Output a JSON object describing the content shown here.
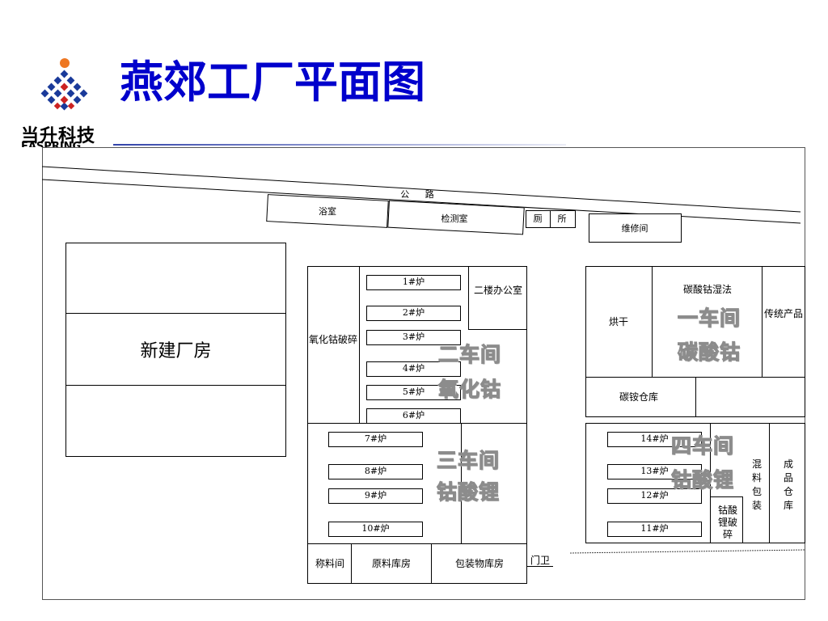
{
  "header": {
    "title": "燕郊工厂平面图",
    "brand": "当升科技",
    "brand_sub": "EASPRING"
  },
  "road": {
    "label": "公 路"
  },
  "top_buildings": {
    "bath": "浴室",
    "lab": "检测室",
    "toilet_a": "厕",
    "toilet_b": "所",
    "repair": "维修间"
  },
  "new_plant": {
    "label": "新建厂房"
  },
  "center_block": {
    "cobalt_crush": "氧化钴破碎",
    "office": "二楼办公室",
    "furnaces_top": [
      "1#炉",
      "2#炉",
      "3#炉",
      "4#炉",
      "5#炉",
      "6#炉"
    ],
    "furnaces_bottom": [
      "7#炉",
      "8#炉",
      "9#炉",
      "10#炉"
    ],
    "weigh": "称料间",
    "raw_storage": "原料库房",
    "pack_storage": "包装物库房",
    "gate": "门卫"
  },
  "right_block": {
    "dry": "烘干",
    "wet_method": "碳酸钴湿法",
    "traditional": "传统产品",
    "ammonium_storage": "碳铵仓库",
    "furnaces": [
      "14#炉",
      "13#炉",
      "12#炉",
      "11#炉"
    ],
    "mix_pack": "混料包装",
    "finished_storage": "成品仓库",
    "crush": "钴酸锂破碎"
  },
  "workshops": {
    "w1_line1": "一车间",
    "w1_line2": "碳酸钴",
    "w2_line1": "二车间",
    "w2_line2": "氧化钴",
    "w3_line1": "三车间",
    "w3_line2": "钴酸锂",
    "w4_line1": "四车间",
    "w4_line2": "钴酸锂"
  },
  "colors": {
    "title": "#0000cc",
    "logo_orange": "#ee7722",
    "logo_blue": "#1a3a9a",
    "logo_red": "#cc2222"
  }
}
